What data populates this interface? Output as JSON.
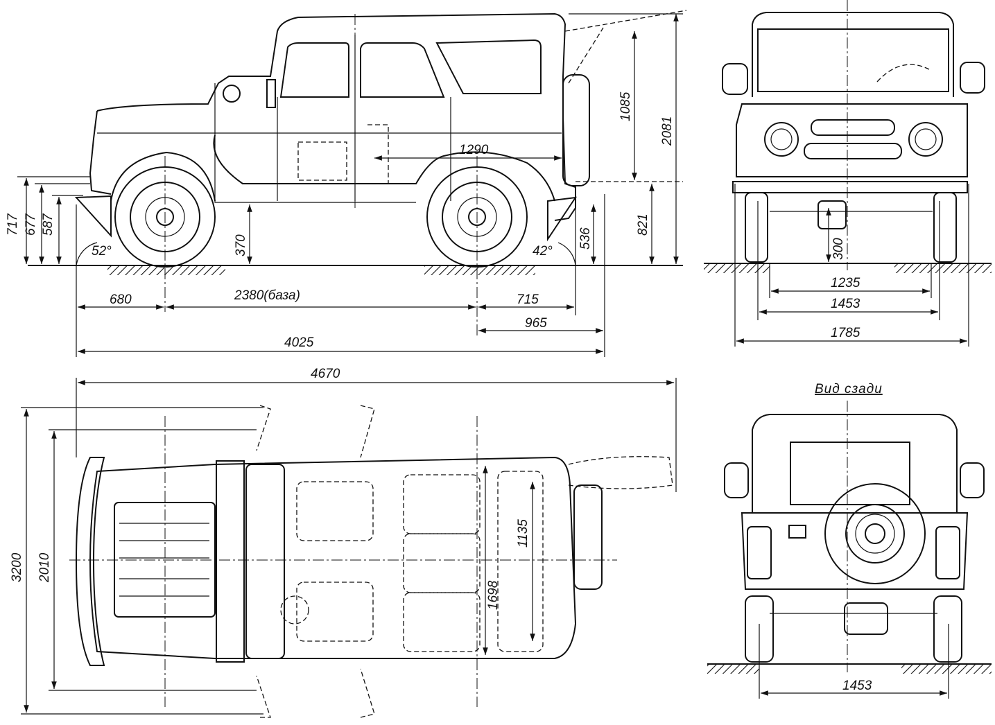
{
  "side_view": {
    "dims": {
      "d717": "717",
      "d677": "677",
      "d587": "587",
      "d370": "370",
      "angle_front": "52°",
      "angle_rear": "42°",
      "d536": "536",
      "d821": "821",
      "d1085": "1085",
      "d2081": "2081",
      "d1290": "1290",
      "d680": "680",
      "d2380": "2380(база)",
      "d715": "715",
      "d965": "965",
      "d4025": "4025"
    }
  },
  "front_view": {
    "dims": {
      "d300": "300",
      "d1235": "1235",
      "d1453": "1453",
      "d1785": "1785"
    }
  },
  "top_view": {
    "dims": {
      "d4670": "4670",
      "d3200": "3200",
      "d2010": "2010",
      "d1698": "1698",
      "d1135": "1135"
    }
  },
  "rear_view": {
    "title": "Вид сзади",
    "dims": {
      "d1453": "1453"
    }
  }
}
